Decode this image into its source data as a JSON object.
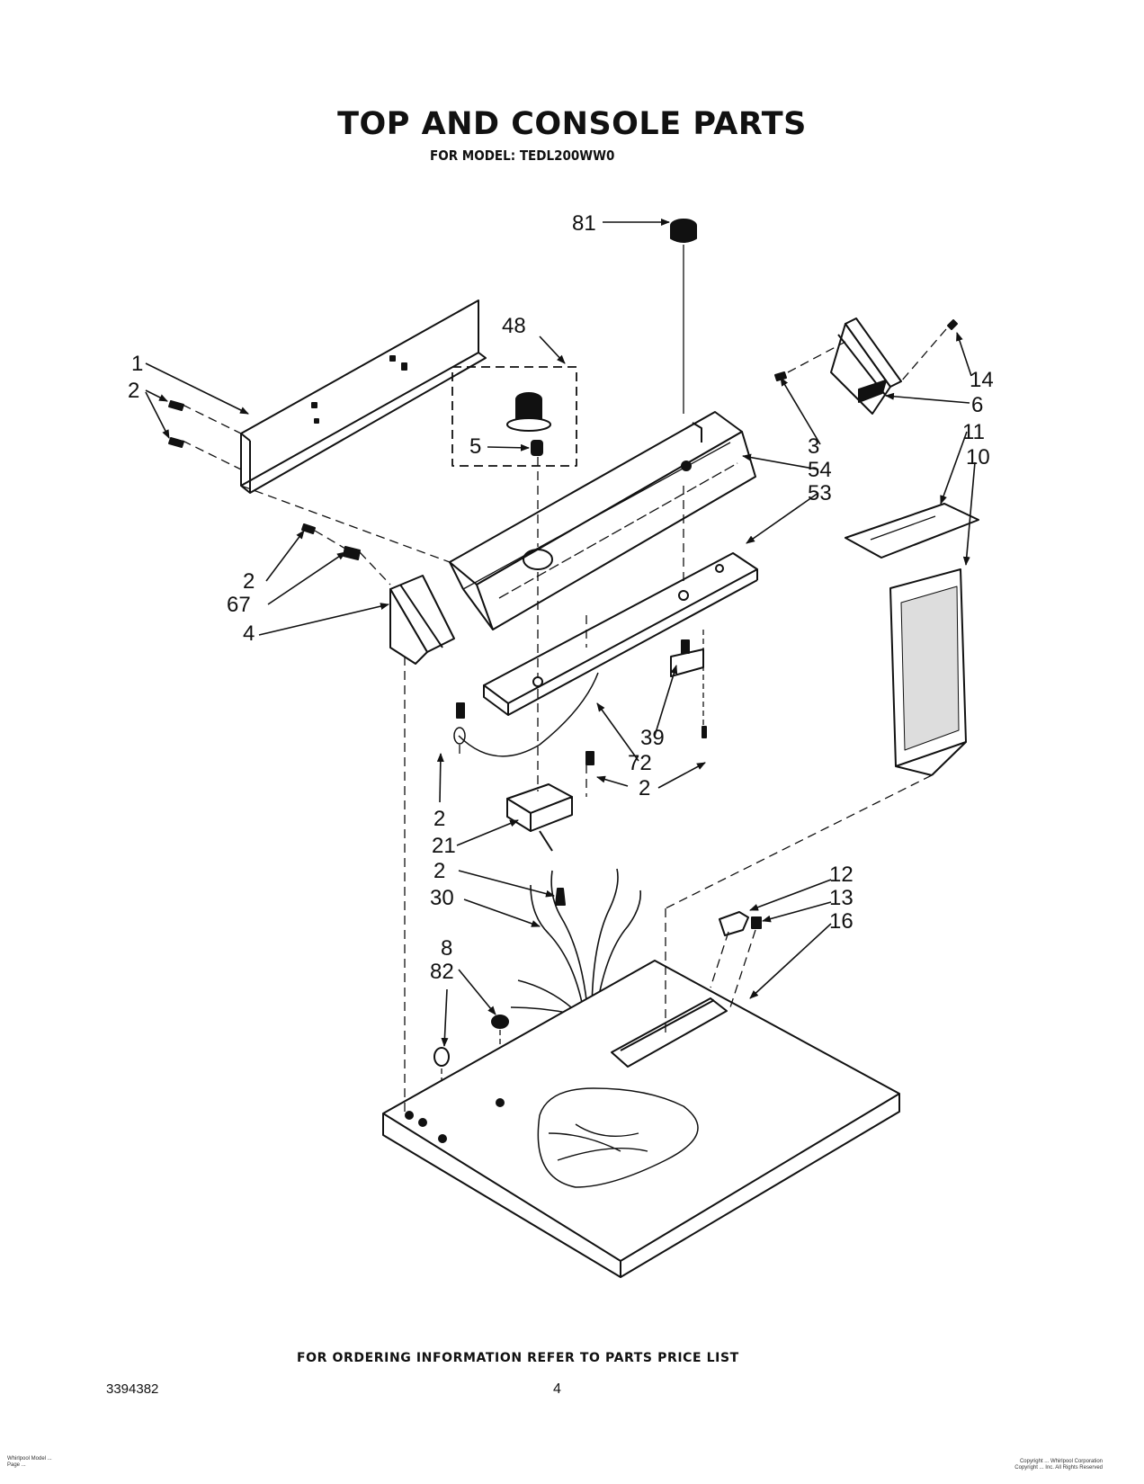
{
  "header": {
    "title": "TOP AND CONSOLE PARTS",
    "subtitle": "FOR MODEL: TEDL200WW0"
  },
  "diagram": {
    "callouts": [
      "81",
      "48",
      "1",
      "2",
      "5",
      "3",
      "54",
      "53",
      "14",
      "6",
      "11",
      "10",
      "2",
      "67",
      "4",
      "39",
      "72",
      "2",
      "2",
      "21",
      "2",
      "30",
      "8",
      "82",
      "12",
      "13",
      "16"
    ]
  },
  "footer": {
    "ordering_note": "FOR ORDERING INFORMATION REFER TO PARTS PRICE LIST",
    "doc_number": "3394382",
    "page_number": "4",
    "fine_left": [
      "Whirlpool Model ...",
      "Page ..."
    ],
    "fine_right": [
      "Copyright ... Whirlpool Corporation",
      "Copyright ... Inc. All Rights Reserved"
    ]
  }
}
